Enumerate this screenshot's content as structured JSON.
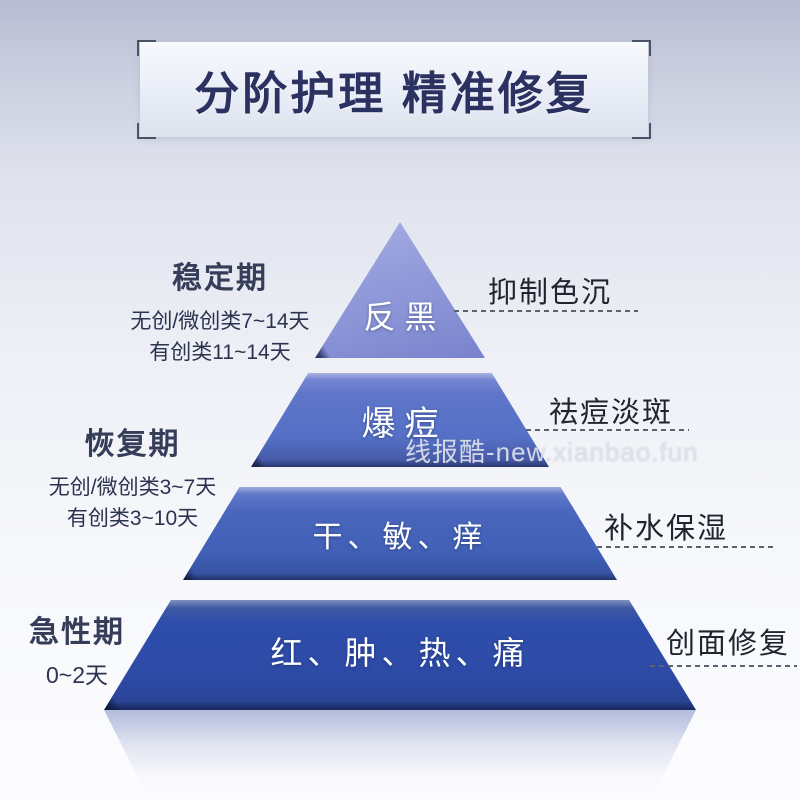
{
  "title": "分阶护理 精准修复",
  "watermark": "线报酷-new.xianbao.fun",
  "stages": [
    {
      "name": "稳定期",
      "lines": [
        "无创/微创类7~14天",
        "有创类11~14天"
      ]
    },
    {
      "name": "恢复期",
      "lines": [
        "无创/微创类3~7天",
        "有创类3~10天"
      ]
    },
    {
      "name": "急性期",
      "lines": [
        "0~2天"
      ]
    }
  ],
  "tiers": [
    {
      "symptom": "反黑",
      "treatment": "抑制色沉",
      "color": "#8a93d6"
    },
    {
      "symptom": "爆痘",
      "treatment": "祛痘淡斑",
      "color": "#5a72c6"
    },
    {
      "symptom": "干、敏、痒",
      "treatment": "补水保湿",
      "color": "#4160b6"
    },
    {
      "symptom": "红、肿、热、痛",
      "treatment": "创面修复",
      "color": "#2d4ba6"
    }
  ],
  "colors": {
    "background_top": "#b5bbd1",
    "background_bottom": "#fcfcfe",
    "title_text": "#2b3160",
    "tier_text": "#ffffff",
    "label_text": "#1f242e"
  }
}
